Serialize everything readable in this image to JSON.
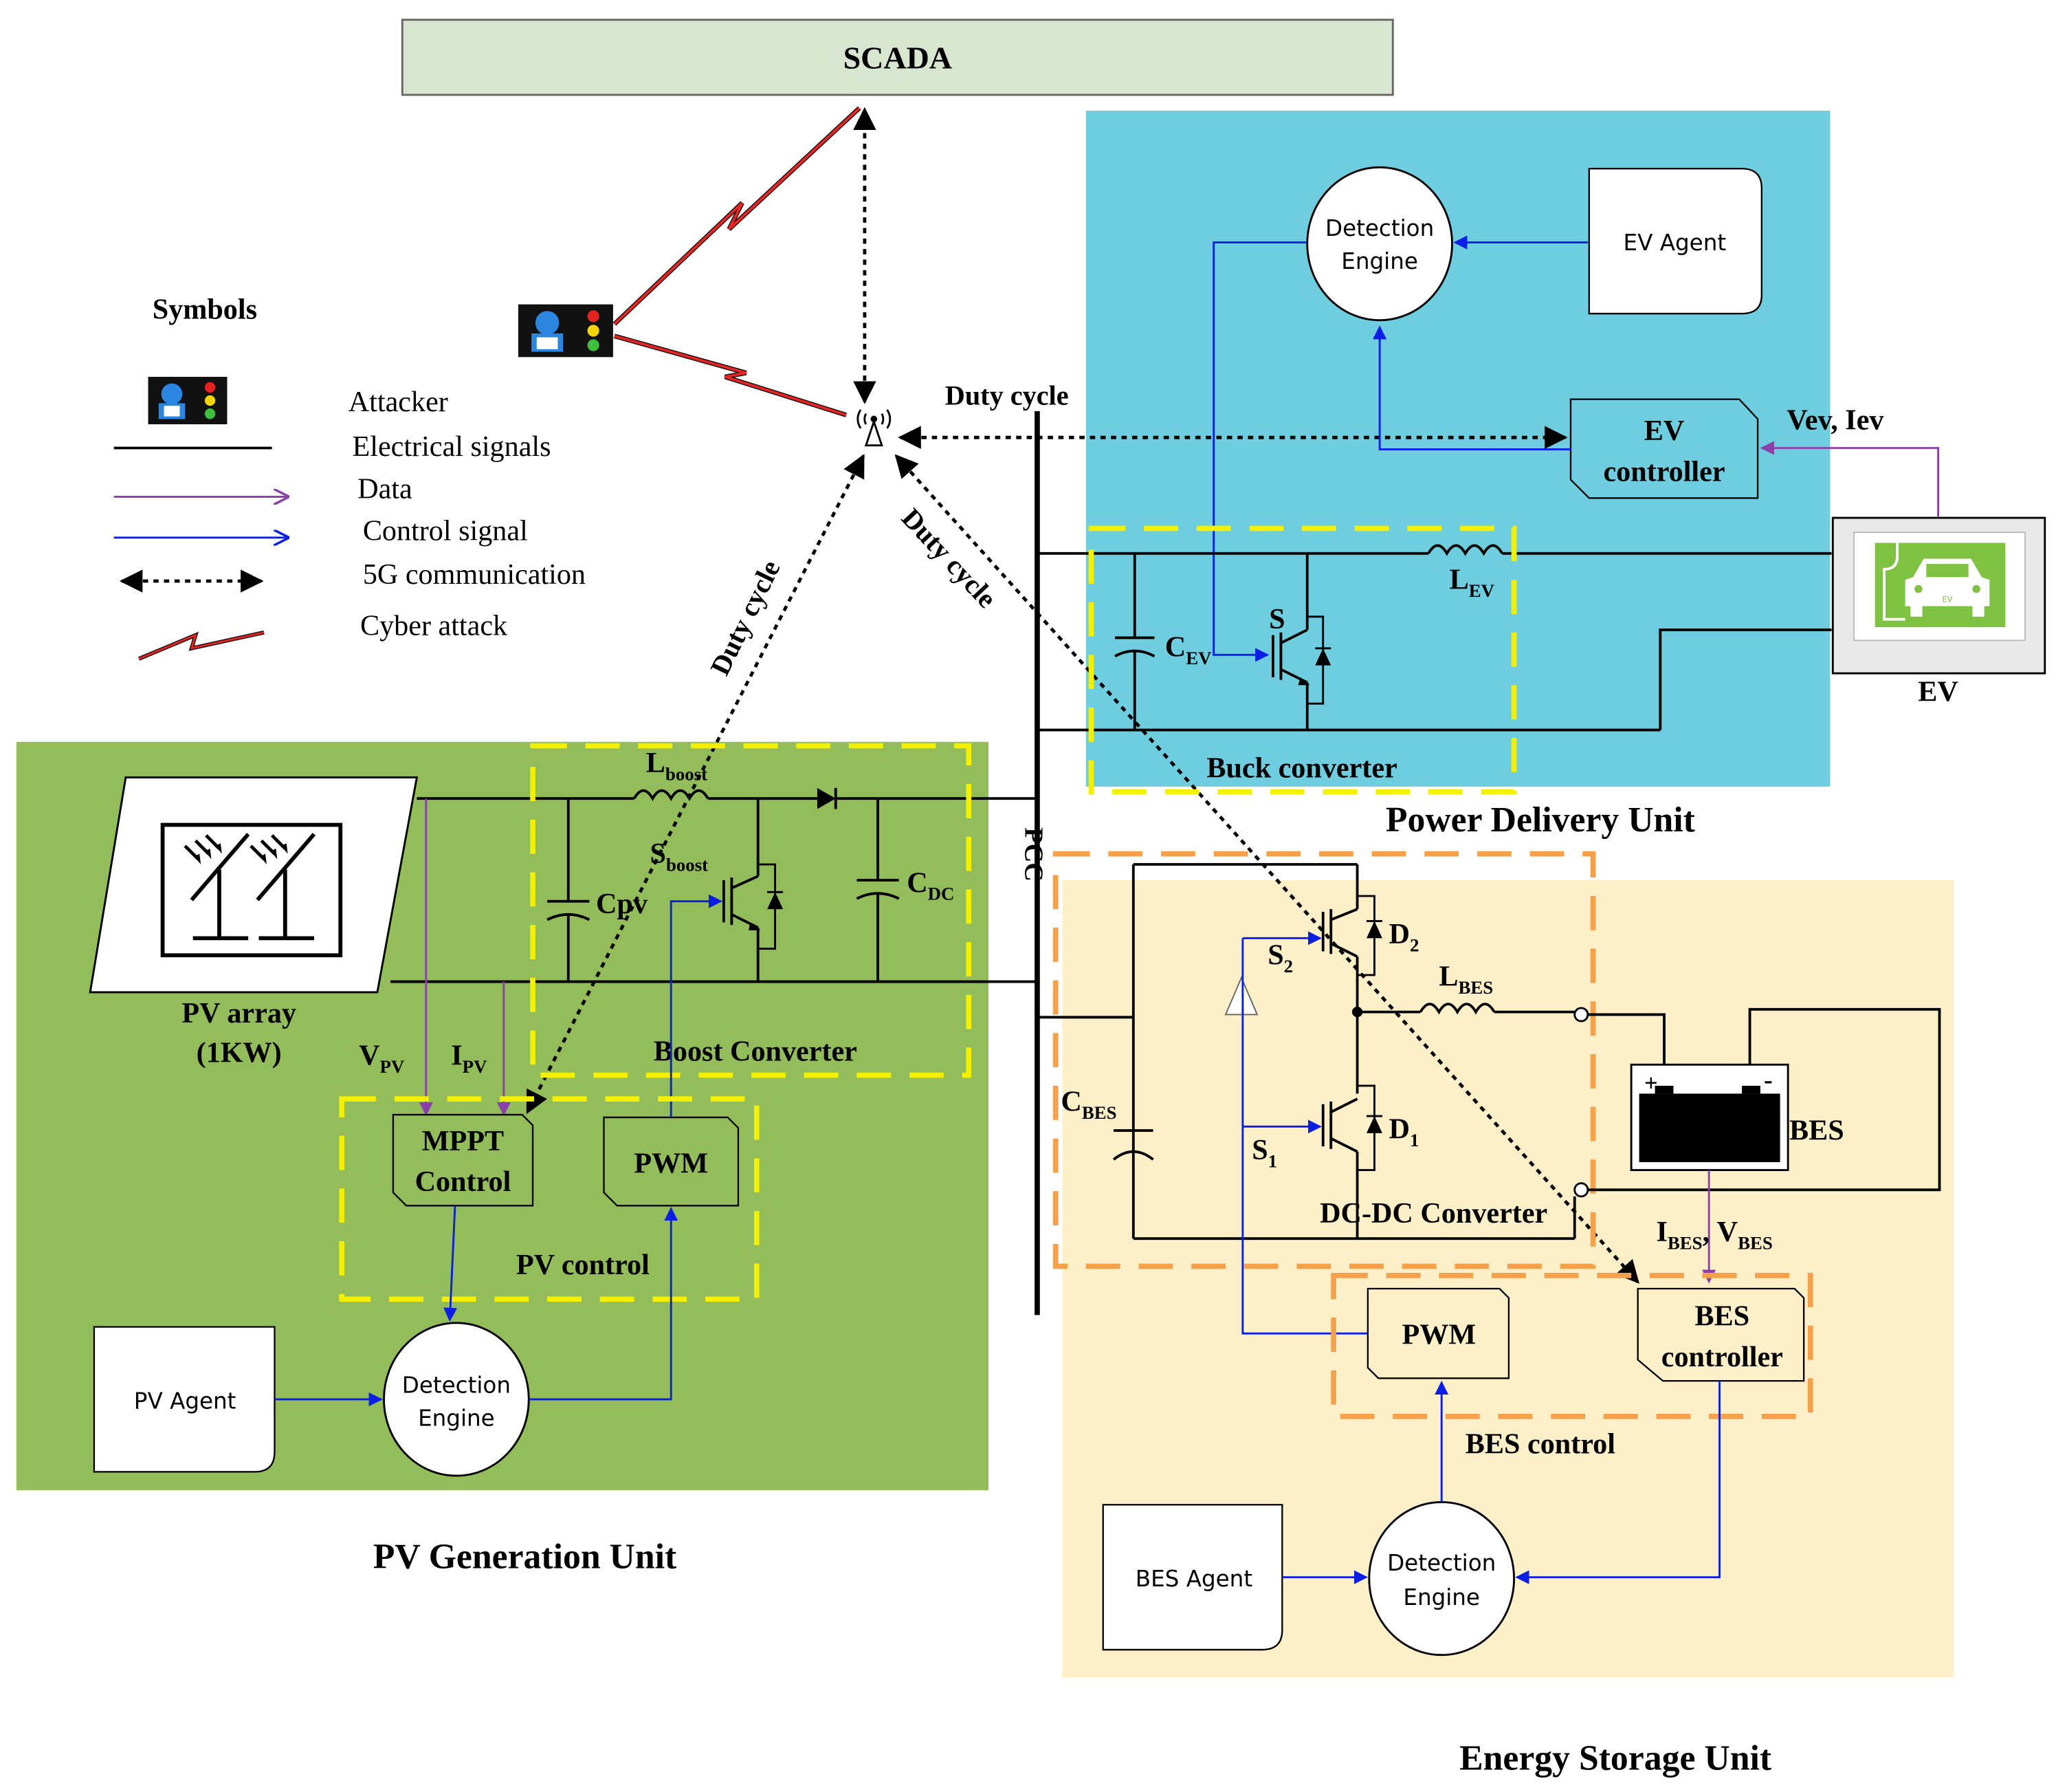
{
  "scada": {
    "label": "SCADA"
  },
  "legend": {
    "title": "Symbols",
    "items": [
      {
        "icon": "attacker-icon",
        "label": "Attacker"
      },
      {
        "icon": "black-line-icon",
        "label": "Electrical signals"
      },
      {
        "icon": "purple-arrow-icon",
        "label": "Data"
      },
      {
        "icon": "blue-arrow-icon",
        "label": "Control signal"
      },
      {
        "icon": "dotted-double-arrow-icon",
        "label": "5G communication"
      },
      {
        "icon": "lightning-icon",
        "label": "Cyber attack"
      }
    ]
  },
  "links": {
    "duty_cycle_pdu": "Duty cycle",
    "duty_cycle_pv": "Duty cycle",
    "duty_cycle_bes": "Duty cycle"
  },
  "pcc": {
    "label": "PCC"
  },
  "colors": {
    "pv_unit": "#92bd5a",
    "power_delivery_unit": "#6ecddf",
    "energy_storage_unit": "#fdefc8",
    "scada_box": "#d8e6d0",
    "converter_border_yellow": "#f5f000",
    "converter_border_orange": "#f5a04a",
    "control_signal": "#0a1ee6",
    "data_signal": "#8b3fa8",
    "cyber_attack": "#e82424"
  },
  "power_delivery_unit": {
    "title": "Power Delivery Unit",
    "detection_engine": {
      "line1": "Detection",
      "line2": "Engine"
    },
    "agent": "EV Agent",
    "controller": {
      "line1": "EV",
      "line2": "controller"
    },
    "measurement": "Vev, Iev",
    "ev_label": "EV",
    "ev_badge": "EV",
    "converter_label": "Buck converter",
    "capacitor": {
      "main": "C",
      "sub": "EV"
    },
    "inductor": {
      "main": "L",
      "sub": "EV"
    },
    "switch": "S"
  },
  "pv_generation_unit": {
    "title": "PV Generation Unit",
    "array": {
      "line1": "PV array",
      "line2": "(1KW)"
    },
    "converter_label": "Boost Converter",
    "inductor": {
      "main": "L",
      "sub": "boost"
    },
    "switch": {
      "main": "S",
      "sub": "boost"
    },
    "cpv": {
      "main": "Cpv"
    },
    "cdc": {
      "main": "C",
      "sub": "DC"
    },
    "vpv": {
      "main": "V",
      "sub": "PV"
    },
    "ipv": {
      "main": "I",
      "sub": "PV"
    },
    "mppt": {
      "line1": "MPPT",
      "line2": "Control"
    },
    "pwm": "PWM",
    "control_label": "PV control",
    "detection_engine": {
      "line1": "Detection",
      "line2": "Engine"
    },
    "agent": "PV Agent"
  },
  "energy_storage_unit": {
    "title": "Energy Storage Unit",
    "converter_label": "DC-DC Converter",
    "cbes": {
      "main": "C",
      "sub": "BES"
    },
    "lbes": {
      "main": "L",
      "sub": "BES"
    },
    "s2": {
      "main": "S",
      "sub": "2"
    },
    "s1": {
      "main": "S",
      "sub": "1"
    },
    "d2": {
      "main": "D",
      "sub": "2"
    },
    "d1": {
      "main": "D",
      "sub": "1"
    },
    "battery_label": "BES",
    "battery_plus": "+",
    "battery_minus": "-",
    "measurement": {
      "i": "I",
      "i_sub": "BES",
      "sep": ", ",
      "v": "V",
      "v_sub": "BES"
    },
    "pwm": "PWM",
    "controller": {
      "line1": "BES",
      "line2": "controller"
    },
    "control_label": "BES control",
    "detection_engine": {
      "line1": "Detection",
      "line2": "Engine"
    },
    "agent": "BES Agent"
  }
}
